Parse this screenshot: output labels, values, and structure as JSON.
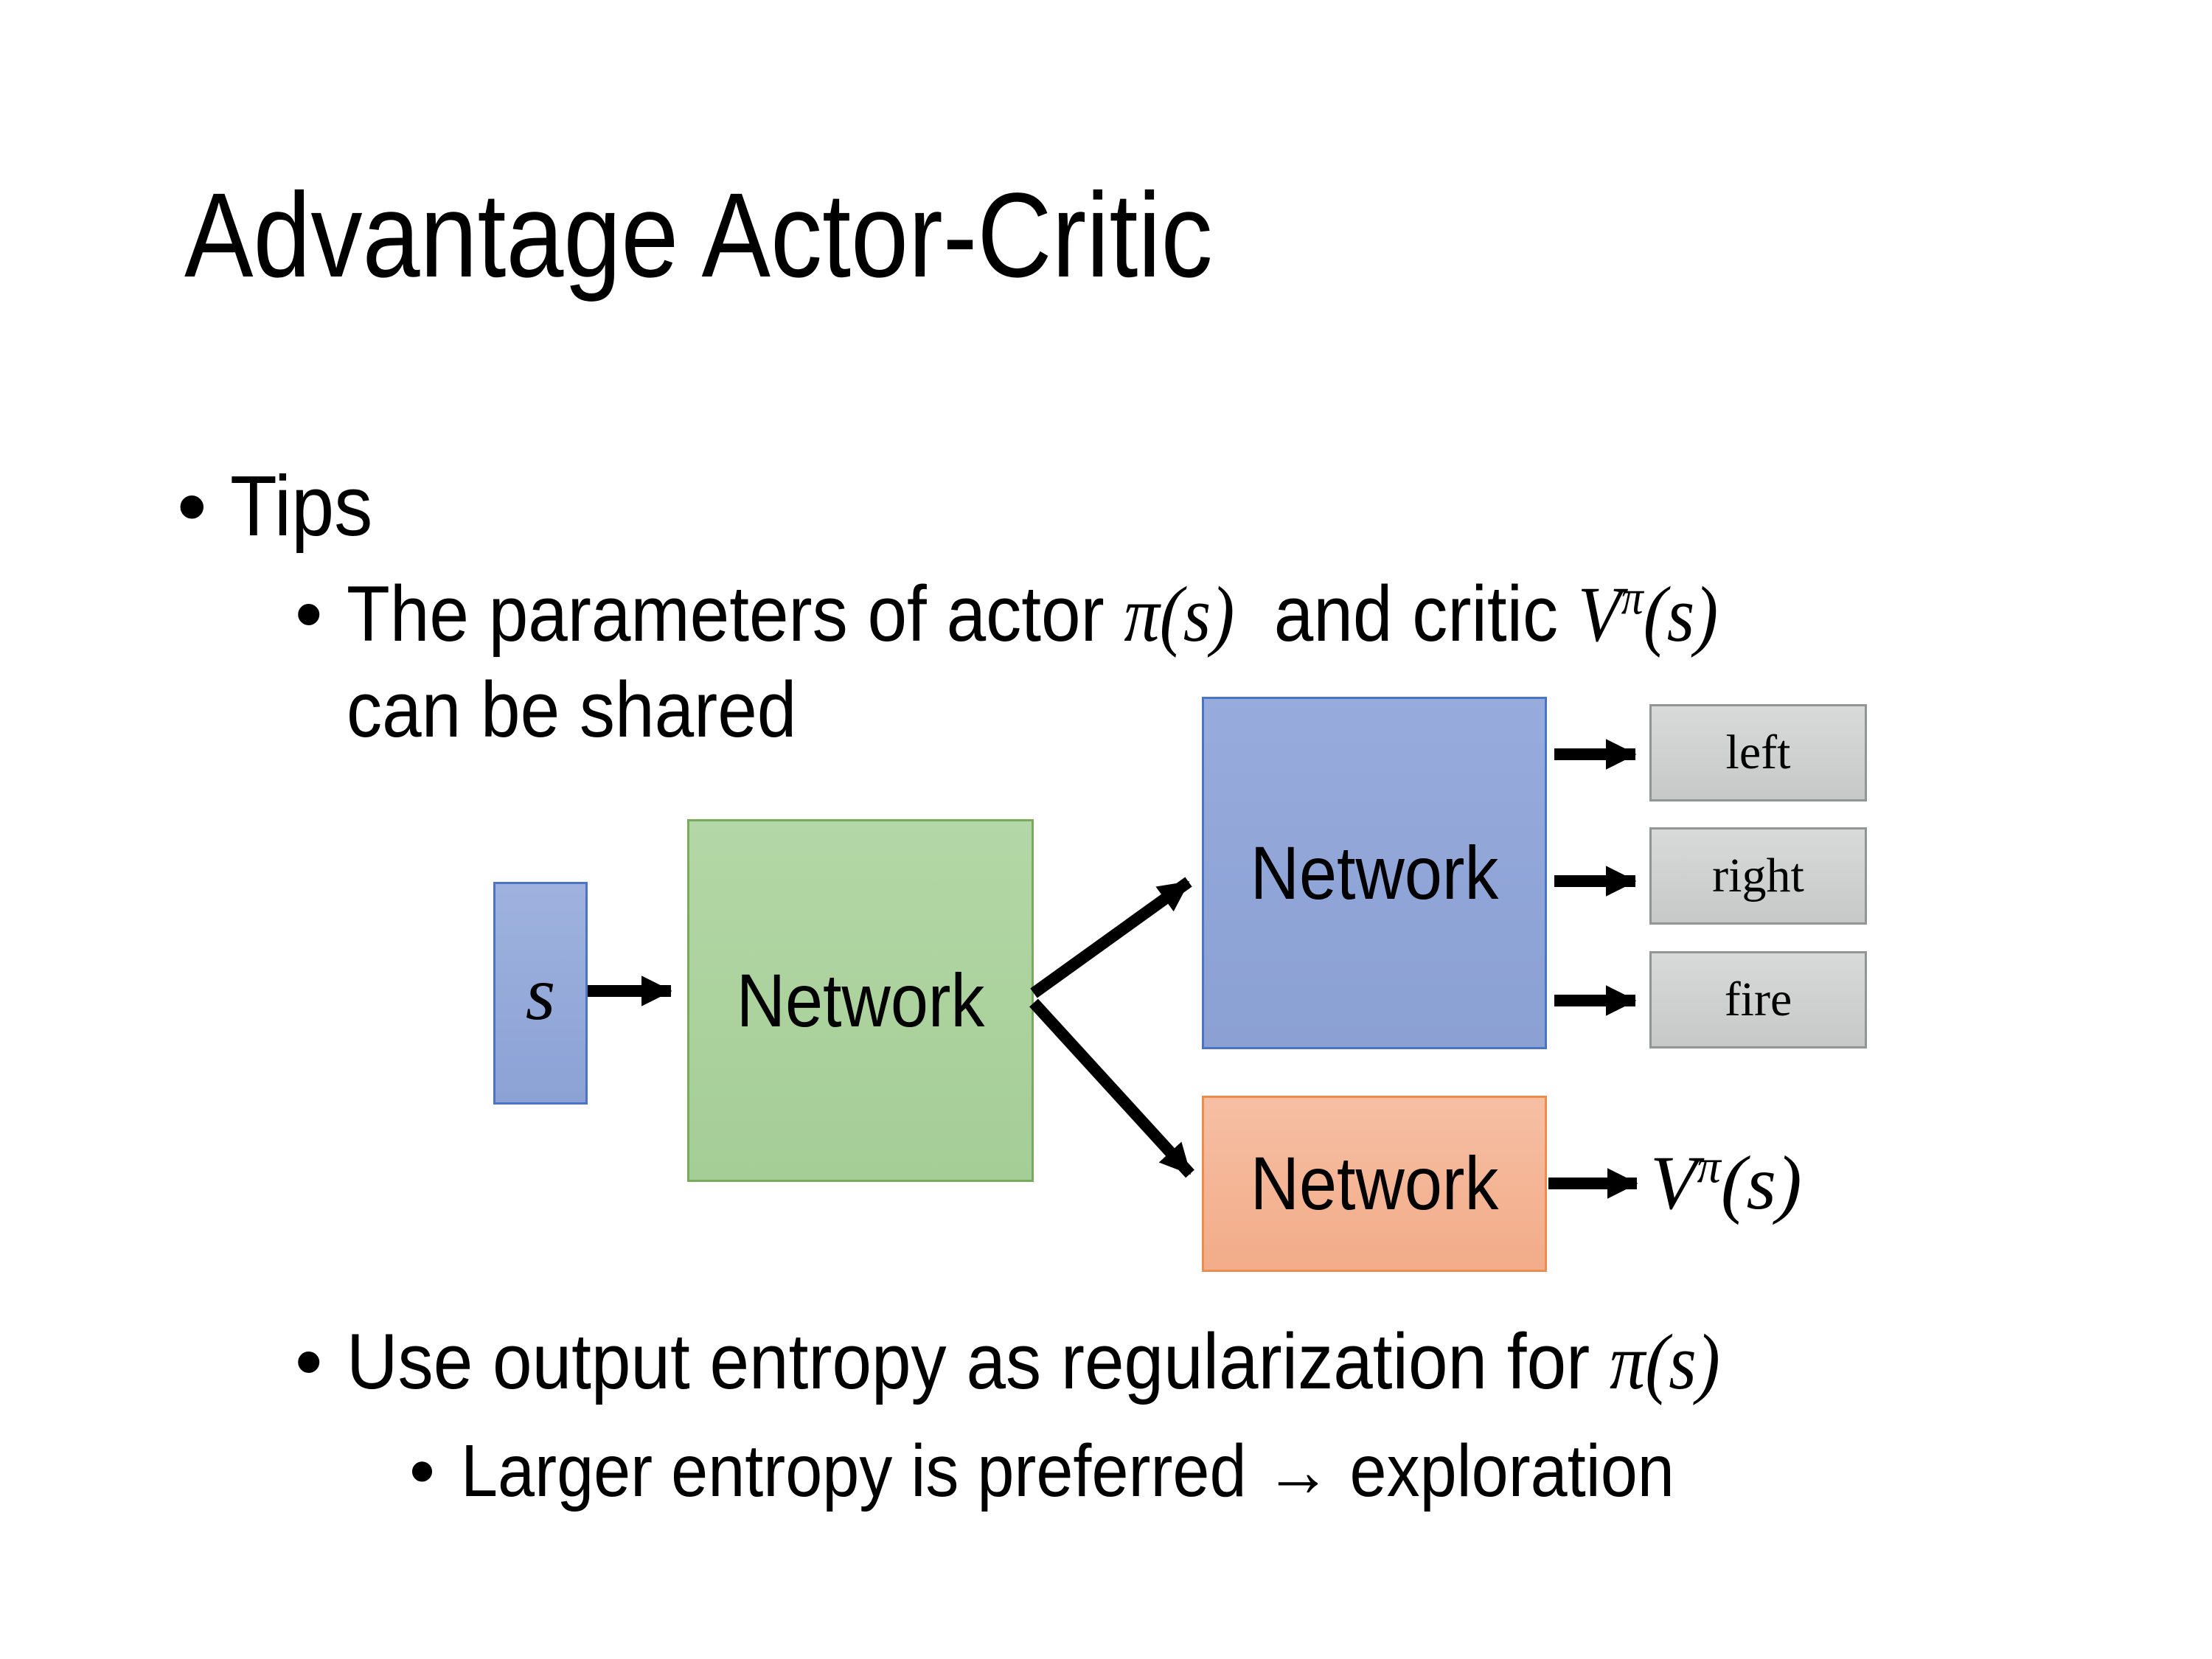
{
  "slide": {
    "title": "Advantage Actor-Critic",
    "bullet_glyph": "•",
    "bullets": {
      "tips": "Tips",
      "sub1": {
        "pre": "The parameters of actor ",
        "math1": "π(s)",
        "mid": "  and critic ",
        "math2_base": "V",
        "math2_sup": "π",
        "math2_args": "(s)",
        "line2": "can be shared"
      },
      "sub2": {
        "pre": "Use output entropy as regularization for ",
        "math": "π(s)"
      },
      "sub3": "Larger entropy is preferred → exploration"
    }
  },
  "diagram": {
    "state_label": "s",
    "shared_network_label": "Network",
    "actor_network_label": "Network",
    "critic_network_label": "Network",
    "actions": [
      "left",
      "right",
      "fire"
    ],
    "critic_output": {
      "base": "V",
      "sup": "π",
      "args": "(s)"
    }
  },
  "colors": {
    "background": "#FFFFFF",
    "text": "#000000",
    "arrow": "#000000",
    "state_fill_top": "#9FB2DF",
    "state_fill_bottom": "#8CA2D5",
    "state_border": "#4C74C4",
    "shared_fill_top": "#B3D7A6",
    "shared_fill_bottom": "#A5CD96",
    "shared_border": "#78AC5C",
    "actor_fill_top": "#97ABDC",
    "actor_fill_bottom": "#8BA0D3",
    "actor_border": "#4C74C4",
    "critic_fill_top": "#F6BFA3",
    "critic_fill_bottom": "#F2AC89",
    "critic_border": "#ED8C50",
    "action_fill_top": "#D8DADA",
    "action_fill_bottom": "#C6C9C8",
    "action_border": "#919695"
  }
}
